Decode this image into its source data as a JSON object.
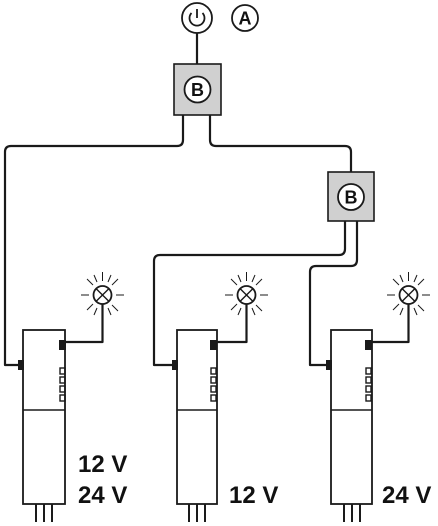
{
  "diagram": {
    "label_a": "A",
    "hub_label_top": "B",
    "hub_label_right": "B",
    "unit_1": {
      "voltage_line_1": "12 V",
      "voltage_line_2": "24 V"
    },
    "unit_2": {
      "voltage_line_1": "12 V"
    },
    "unit_3": {
      "voltage_line_1": "24 V"
    }
  },
  "icons": {
    "power_switch": "power-icon",
    "lamp": "lamp-icon",
    "driver": "led-driver"
  },
  "colors": {
    "line": "#1a1a1a",
    "hub_fill": "#d0d0d0",
    "background": "#ffffff"
  }
}
